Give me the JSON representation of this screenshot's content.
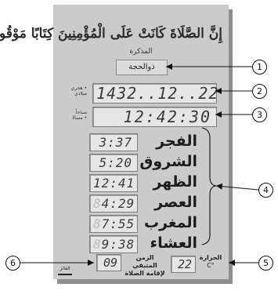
{
  "header": {
    "verse": "إِنَّ الصَّلَاةَ كَانَتْ عَلَى الْمُؤْمِنِينَ كِتَابًا مَوْقُوتًا",
    "reminder": "المذكرة",
    "month": "ذوالحجة"
  },
  "date": {
    "digits": "1432..12..22",
    "label_hijri": "• هجري",
    "label_gregorian": "ميلادي"
  },
  "time": {
    "digits": "12:42:30",
    "label_am": "صباحاً",
    "label_pm": "• مساءً"
  },
  "prayers": [
    {
      "name": "الفجر",
      "ghost": "",
      "time": "3:37"
    },
    {
      "name": "الشروق",
      "ghost": "",
      "time": "5:20"
    },
    {
      "name": "الظهر",
      "ghost": "",
      "time": "12:41"
    },
    {
      "name": "العصر",
      "ghost": "8",
      "time": "4:29"
    },
    {
      "name": "المغرب",
      "ghost": "8",
      "time": "7:55"
    },
    {
      "name": "العشاء",
      "ghost": "8",
      "time": "9:38"
    }
  ],
  "remaining": {
    "label_line1": "الزمن المتبقي",
    "label_line2": "لإقامة الصلاة",
    "value": "09"
  },
  "temperature": {
    "label": "الحرارة",
    "unit": "°C",
    "value": "22"
  },
  "logo": {
    "text": "الفائز"
  },
  "callouts": [
    "1",
    "2",
    "3",
    "4",
    "5",
    "6"
  ]
}
